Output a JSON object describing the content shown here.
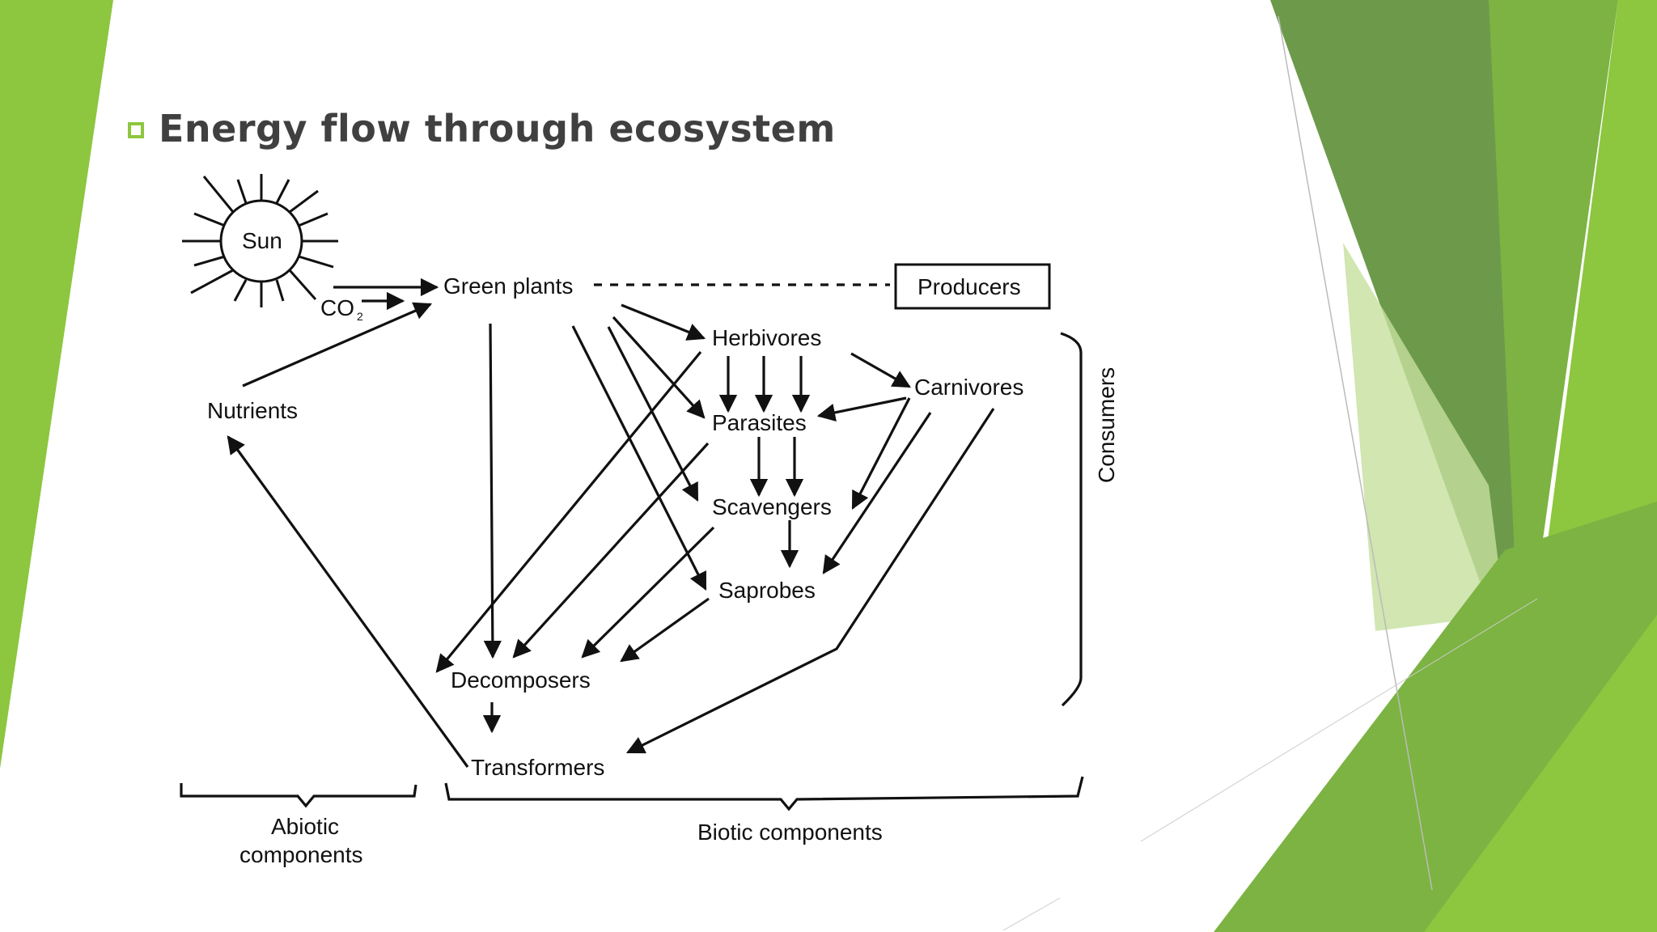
{
  "slide": {
    "title": "Energy flow through ecosystem",
    "accent_colors": [
      "#8dc63f",
      "#6d9a4a",
      "#7cb342",
      "#b5d98c"
    ]
  },
  "diagram": {
    "sun": "Sun",
    "co2": "CO",
    "co2_sub": "2",
    "green_plants": "Green plants",
    "producers": "Producers",
    "herbivores": "Herbivores",
    "carnivores": "Carnivores",
    "parasites": "Parasites",
    "scavengers": "Scavengers",
    "saprobes": "Saprobes",
    "decomposers": "Decomposers",
    "transformers": "Transformers",
    "nutrients": "Nutrients",
    "consumers": "Consumers",
    "abiotic_line1": "Abiotic",
    "abiotic_line2": "components",
    "biotic": "Biotic components"
  }
}
